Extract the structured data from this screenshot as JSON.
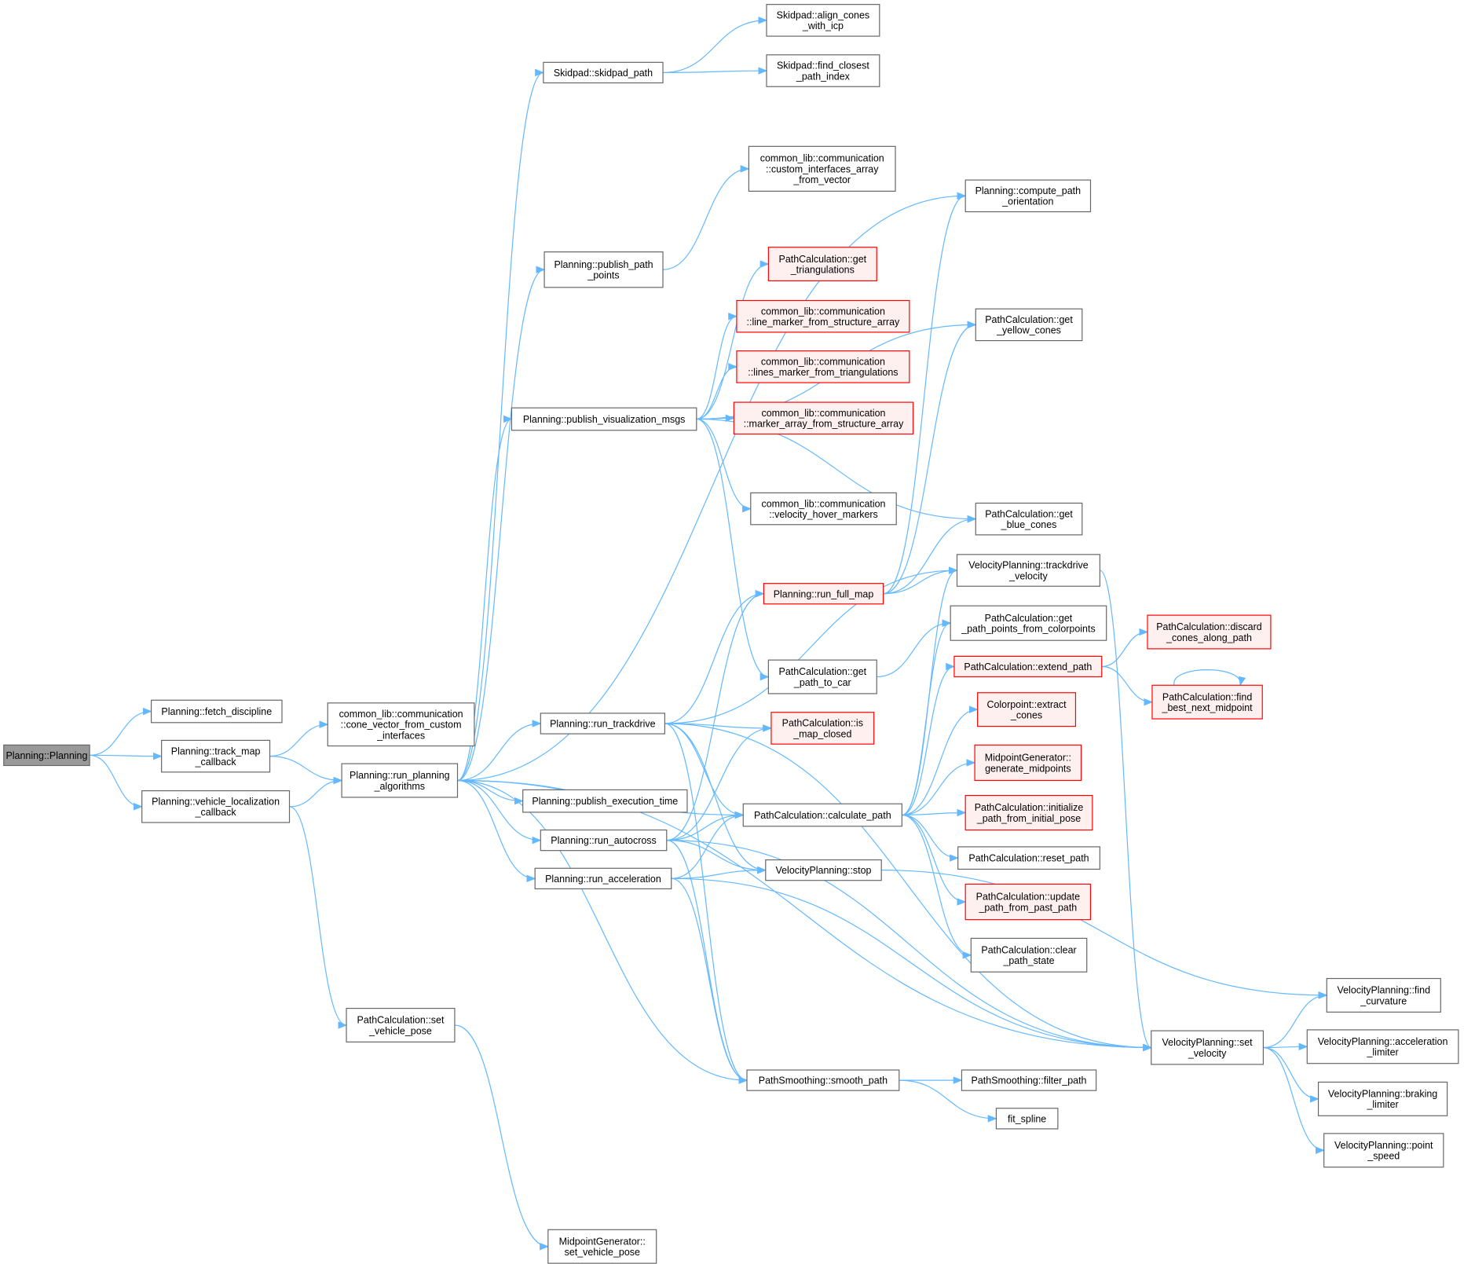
{
  "colors": {
    "edge": "#63b8ff",
    "root_fill": "#999999",
    "red_border": "#ff0000",
    "red_fill": "#fff0f0",
    "border": "#666666"
  },
  "nodes": [
    {
      "lines": [
        "Planning::Planning"
      ],
      "style": "root"
    },
    {
      "lines": [
        "Planning::fetch_discipline"
      ]
    },
    {
      "lines": [
        "Planning::track_map",
        "_callback"
      ]
    },
    {
      "lines": [
        "Planning::vehicle_localization",
        "_callback"
      ]
    },
    {
      "lines": [
        "common_lib::communication",
        "::cone_vector_from_custom",
        "_interfaces"
      ]
    },
    {
      "lines": [
        "Planning::run_planning",
        "_algorithms"
      ]
    },
    {
      "lines": [
        "Skidpad::skidpad_path"
      ]
    },
    {
      "lines": [
        "Skidpad::align_cones",
        "_with_icp"
      ]
    },
    {
      "lines": [
        "Skidpad::find_closest",
        "_path_index"
      ]
    },
    {
      "lines": [
        "common_lib::communication",
        "::custom_interfaces_array",
        "_from_vector"
      ]
    },
    {
      "lines": [
        "Planning::compute_path",
        "_orientation"
      ]
    },
    {
      "lines": [
        "Planning::publish_path",
        "_points"
      ]
    },
    {
      "lines": [
        "PathCalculation::get",
        "_triangulations"
      ],
      "style": "red"
    },
    {
      "lines": [
        "common_lib::communication",
        "::line_marker_from_structure_array"
      ],
      "style": "red"
    },
    {
      "lines": [
        "common_lib::communication",
        "::lines_marker_from_triangulations"
      ],
      "style": "red"
    },
    {
      "lines": [
        "common_lib::communication",
        "::marker_array_from_structure_array"
      ],
      "style": "red"
    },
    {
      "lines": [
        "PathCalculation::get",
        "_yellow_cones"
      ]
    },
    {
      "lines": [
        "Planning::publish_visualization_msgs"
      ]
    },
    {
      "lines": [
        "common_lib::communication",
        "::velocity_hover_markers"
      ]
    },
    {
      "lines": [
        "PathCalculation::get",
        "_blue_cones"
      ]
    },
    {
      "lines": [
        "VelocityPlanning::trackdrive",
        "_velocity"
      ]
    },
    {
      "lines": [
        "Planning::run_full_map"
      ],
      "style": "red"
    },
    {
      "lines": [
        "PathCalculation::get",
        "_path_points_from_colorpoints"
      ]
    },
    {
      "lines": [
        "PathCalculation::get",
        "_path_to_car"
      ]
    },
    {
      "lines": [
        "PathCalculation::extend_path"
      ],
      "style": "red"
    },
    {
      "lines": [
        "PathCalculation::discard",
        "_cones_along_path"
      ],
      "style": "red"
    },
    {
      "lines": [
        "PathCalculation::find",
        "_best_next_midpoint"
      ],
      "style": "red"
    },
    {
      "lines": [
        "Planning::run_trackdrive"
      ]
    },
    {
      "lines": [
        "PathCalculation::is",
        "_map_closed"
      ],
      "style": "red"
    },
    {
      "lines": [
        "Colorpoint::extract",
        "_cones"
      ],
      "style": "red"
    },
    {
      "lines": [
        "MidpointGenerator::",
        "generate_midpoints"
      ],
      "style": "red"
    },
    {
      "lines": [
        "Planning::run_autocross"
      ]
    },
    {
      "lines": [
        "PathCalculation::calculate_path"
      ]
    },
    {
      "lines": [
        "Planning::publish_execution_time"
      ]
    },
    {
      "lines": [
        "PathCalculation::initialize",
        "_path_from_initial_pose"
      ],
      "style": "red"
    },
    {
      "lines": [
        "PathCalculation::reset_path"
      ]
    },
    {
      "lines": [
        "Planning::run_acceleration"
      ]
    },
    {
      "lines": [
        "VelocityPlanning::stop"
      ]
    },
    {
      "lines": [
        "PathCalculation::update",
        "_path_from_past_path"
      ],
      "style": "red"
    },
    {
      "lines": [
        "PathCalculation::clear",
        "_path_state"
      ]
    },
    {
      "lines": [
        "PathCalculation::set",
        "_vehicle_pose"
      ]
    },
    {
      "lines": [
        "VelocityPlanning::find",
        "_curvature"
      ]
    },
    {
      "lines": [
        "VelocityPlanning::set",
        "_velocity"
      ]
    },
    {
      "lines": [
        "VelocityPlanning::acceleration",
        "_limiter"
      ]
    },
    {
      "lines": [
        "PathSmoothing::smooth_path"
      ]
    },
    {
      "lines": [
        "PathSmoothing::filter_path"
      ]
    },
    {
      "lines": [
        "VelocityPlanning::braking",
        "_limiter"
      ]
    },
    {
      "lines": [
        "fit_spline"
      ]
    },
    {
      "lines": [
        "VelocityPlanning::point",
        "_speed"
      ]
    },
    {
      "lines": [
        "MidpointGenerator::",
        "set_vehicle_pose"
      ]
    }
  ],
  "edges": [
    [
      0,
      1
    ],
    [
      0,
      2
    ],
    [
      0,
      3
    ],
    [
      2,
      4
    ],
    [
      2,
      5
    ],
    [
      3,
      5
    ],
    [
      3,
      40
    ],
    [
      5,
      6
    ],
    [
      5,
      11
    ],
    [
      5,
      17
    ],
    [
      5,
      10
    ],
    [
      5,
      27
    ],
    [
      5,
      33
    ],
    [
      5,
      31
    ],
    [
      5,
      36
    ],
    [
      5,
      32
    ],
    [
      5,
      44
    ],
    [
      5,
      42
    ],
    [
      6,
      7
    ],
    [
      6,
      8
    ],
    [
      11,
      9
    ],
    [
      17,
      12
    ],
    [
      17,
      13
    ],
    [
      17,
      14
    ],
    [
      17,
      15
    ],
    [
      17,
      16
    ],
    [
      17,
      18
    ],
    [
      17,
      19
    ],
    [
      17,
      23
    ],
    [
      27,
      21
    ],
    [
      27,
      20
    ],
    [
      27,
      28
    ],
    [
      27,
      32
    ],
    [
      27,
      37
    ],
    [
      27,
      44
    ],
    [
      27,
      42
    ],
    [
      21,
      10
    ],
    [
      21,
      16
    ],
    [
      21,
      19
    ],
    [
      21,
      20
    ],
    [
      31,
      21
    ],
    [
      31,
      28
    ],
    [
      31,
      32
    ],
    [
      31,
      37
    ],
    [
      31,
      44
    ],
    [
      31,
      42
    ],
    [
      32,
      29
    ],
    [
      32,
      30
    ],
    [
      32,
      34
    ],
    [
      32,
      35
    ],
    [
      32,
      38
    ],
    [
      32,
      39
    ],
    [
      32,
      22
    ],
    [
      32,
      24
    ],
    [
      32,
      20
    ],
    [
      36,
      32
    ],
    [
      36,
      37
    ],
    [
      36,
      44
    ],
    [
      36,
      42
    ],
    [
      37,
      41
    ],
    [
      20,
      42
    ],
    [
      40,
      49
    ],
    [
      44,
      45
    ],
    [
      44,
      47
    ],
    [
      42,
      41
    ],
    [
      42,
      43
    ],
    [
      42,
      46
    ],
    [
      42,
      48
    ],
    [
      24,
      25
    ],
    [
      24,
      26
    ],
    [
      26,
      26
    ],
    [
      23,
      22
    ]
  ]
}
